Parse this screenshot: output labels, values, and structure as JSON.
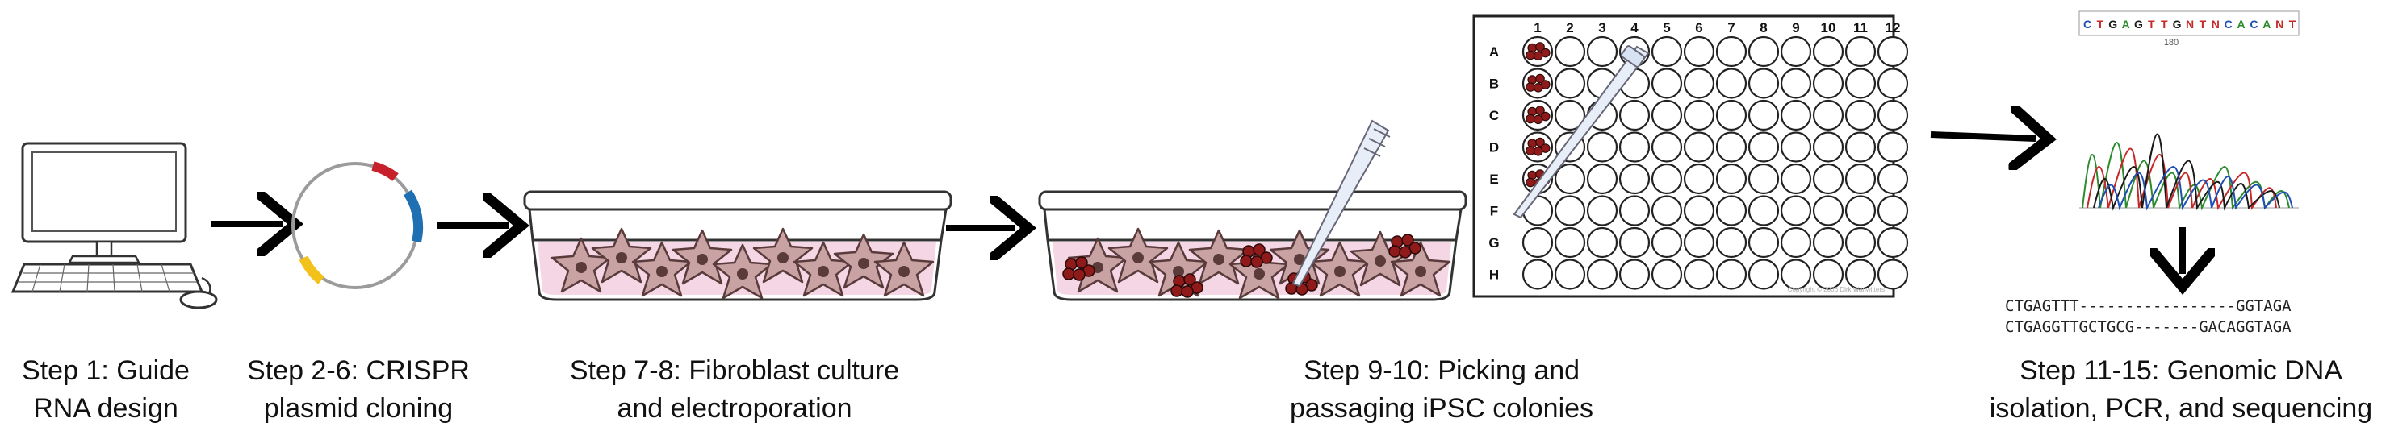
{
  "steps": [
    {
      "line1": "Step 1: Guide",
      "line2": "RNA design"
    },
    {
      "line1": "Step 2-6: CRISPR",
      "line2": "plasmid cloning"
    },
    {
      "line1": "Step 7-8: Fibroblast culture",
      "line2": "and electroporation"
    },
    {
      "line1": "Step 9-10: Picking and",
      "line2": "passaging iPSC colonies"
    },
    {
      "line1": "Step 11-15: Genomic DNA",
      "line2": "isolation, PCR, and sequencing"
    }
  ],
  "plate": {
    "columns": [
      "1",
      "2",
      "3",
      "4",
      "5",
      "6",
      "7",
      "8",
      "9",
      "10",
      "11",
      "12"
    ],
    "rows": [
      "A",
      "B",
      "C",
      "D",
      "E",
      "F",
      "G",
      "H"
    ],
    "copyright": "Copyright © 2006 Dirk Wanwitters"
  },
  "chromatogram": {
    "bases": [
      "C",
      "T",
      "G",
      "A",
      "G",
      "T",
      "T",
      "G",
      "N",
      "T",
      "N",
      "C",
      "A",
      "C",
      "A",
      "N",
      "T"
    ],
    "position": "180"
  },
  "alignment": {
    "line1": "CTGAGTTT-----------------GGTAGA",
    "line2": "CTGAGGTTGCTGCG-------GACAGGTAGA"
  },
  "colors": {
    "arrow": "#000000",
    "plasmid_backbone": "#9b9b9b",
    "plasmid_red": "#c8202a",
    "plasmid_blue": "#1f6fb3",
    "plasmid_yellow": "#f2c21b",
    "medium": "#f4d6e4",
    "cell": "#c9a3a3",
    "nucleus": "#5b3a3a",
    "colony": "#8e1a1a"
  }
}
